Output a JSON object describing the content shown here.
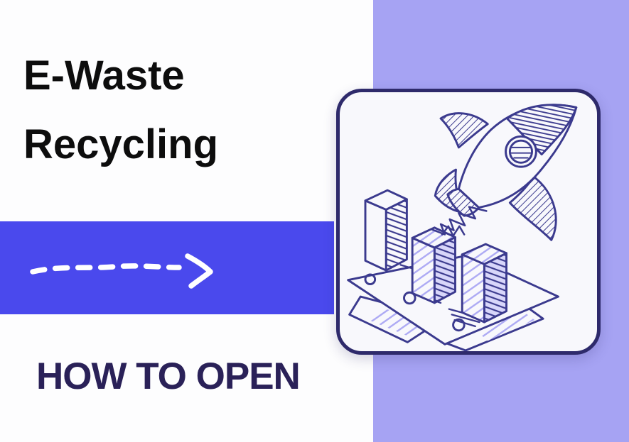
{
  "header": {
    "title_line1": "E-Waste",
    "title_line2": "Recycling",
    "subtitle": "HOW TO OPEN"
  },
  "icons": {
    "dashed_arrow": "dashed-arrow-right-icon",
    "illustration": "rocket-launch-over-bar-chart-doodle"
  },
  "colors": {
    "accent_blue": "#4A49ED",
    "lavender": "#A6A3F3",
    "navy_text": "#2A2158",
    "card_border": "#2E2A6B",
    "card_bg": "#F8F8FC",
    "title_black": "#0D0D0D",
    "doodle_stroke": "#3B3A8E",
    "doodle_lavender": "#AEABF4",
    "arrow_white": "#FFFFFF",
    "page_bg": "#FDFDFE"
  }
}
